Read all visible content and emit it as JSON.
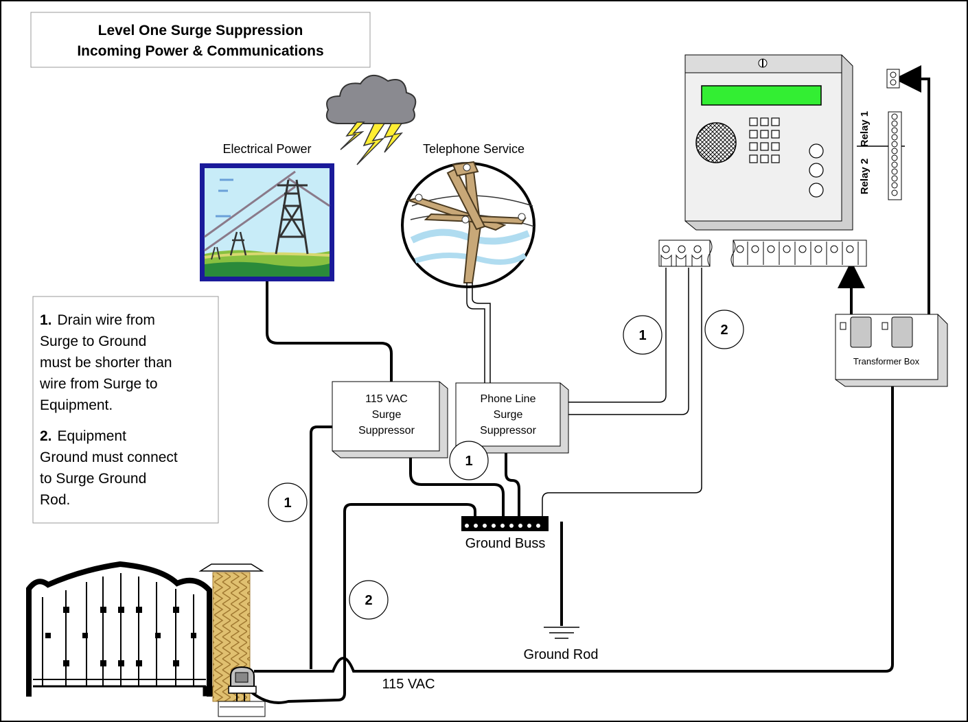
{
  "title": {
    "line1": "Level One Surge Suppression",
    "line2": "Incoming Power & Communications"
  },
  "labels": {
    "electrical_power": "Electrical Power",
    "telephone_service": "Telephone Service",
    "relay1": "Relay 1",
    "relay2": "Relay 2",
    "transformer_box": "Transformer Box",
    "ground_buss": "Ground Buss",
    "ground_rod": "Ground Rod",
    "vac_line": "115 VAC"
  },
  "surge_115": [
    "115 VAC",
    "Surge",
    "Suppressor"
  ],
  "surge_phone": [
    "Phone Line",
    "Surge",
    "Suppressor"
  ],
  "notes": {
    "n1_num": "1.",
    "n1_lines": [
      "Drain wire from",
      "Surge to Ground",
      "must be shorter than",
      "wire from Surge to",
      "Equipment."
    ],
    "n2_num": "2.",
    "n2_lines": [
      "Equipment",
      "Ground must connect",
      "to Surge Ground",
      "Rod."
    ]
  },
  "callouts": {
    "c1": "1",
    "c2": "2",
    "c3": "1",
    "c4": "1",
    "c5": "2"
  },
  "colors": {
    "lcd": "#33ee33",
    "brick": "#e0c070",
    "panel": "#eeeeee",
    "sky": "#c8ecf8",
    "cloud": "#8a8a90",
    "bolt": "#ffee33"
  }
}
